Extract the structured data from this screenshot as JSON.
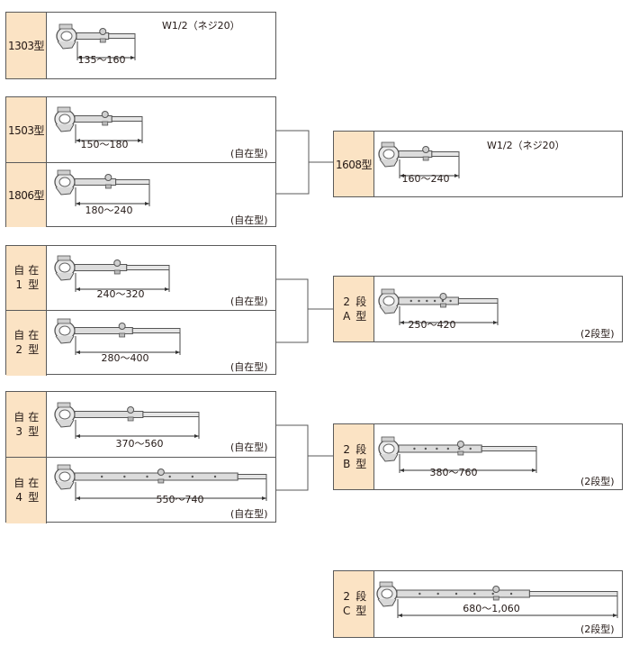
{
  "swivel_tag": "(自在型)",
  "two_stage_tag": "(2段型)",
  "thread_note": "W1/2（ネジ20）",
  "jp": {
    "ji": "自",
    "zai": "在",
    "kata": "型",
    "dan": "段"
  },
  "models": {
    "m1303": {
      "label": "1303型",
      "range": "135〜160"
    },
    "m1503": {
      "label": "1503型",
      "range": "150〜180"
    },
    "m1806": {
      "label": "1806型",
      "range": "180〜240"
    },
    "m1608": {
      "label": "1608型",
      "range": "160〜240"
    },
    "ji1": {
      "num": "1",
      "range": "240〜320"
    },
    "ji2": {
      "num": "2",
      "range": "280〜400"
    },
    "ji3": {
      "num": "3",
      "range": "370〜560"
    },
    "ji4": {
      "num": "4",
      "range": "550〜740"
    },
    "d2a": {
      "num": "2",
      "letter": "A",
      "range": "250〜420"
    },
    "d2b": {
      "num": "2",
      "letter": "B",
      "range": "380〜760"
    },
    "d2c": {
      "num": "2",
      "letter": "C",
      "range": "680〜1,060"
    }
  }
}
